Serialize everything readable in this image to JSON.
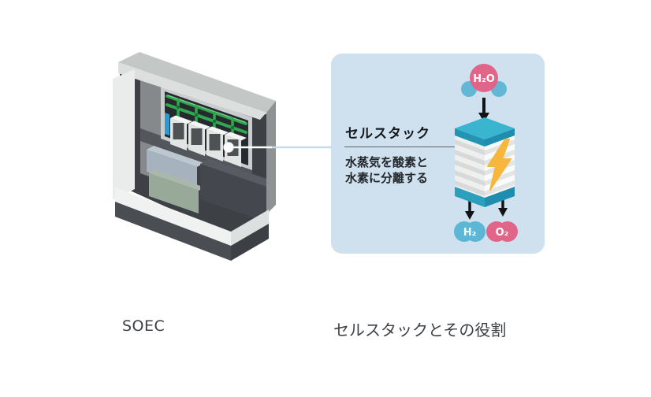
{
  "machine": {
    "caption": "SOEC"
  },
  "panel": {
    "heading": "セルスタック",
    "description": [
      "水蒸気を酸素と",
      "水素に分離する"
    ],
    "molecules": {
      "input": "H₂O",
      "outputs": [
        "H₂",
        "O₂"
      ]
    },
    "caption": "セルスタックとその役割"
  },
  "colors": {
    "panel_bg": "#cfe1ef",
    "stack_teal_top": "#3ab5cf",
    "stack_teal_side": "#2395b3",
    "stack_teal_side_dark": "#1f8dad",
    "stack_bottom_teal": "#2ba0bc",
    "molecule_pink": "#e06589",
    "molecule_blue": "#5cb6d6",
    "molecule_blue_small": "#62b8d4",
    "lightning_yellow": "#f6b73c",
    "pipe_green": "#2fa84f",
    "arrow_black": "#141414",
    "caption_text": "#3d4145"
  }
}
